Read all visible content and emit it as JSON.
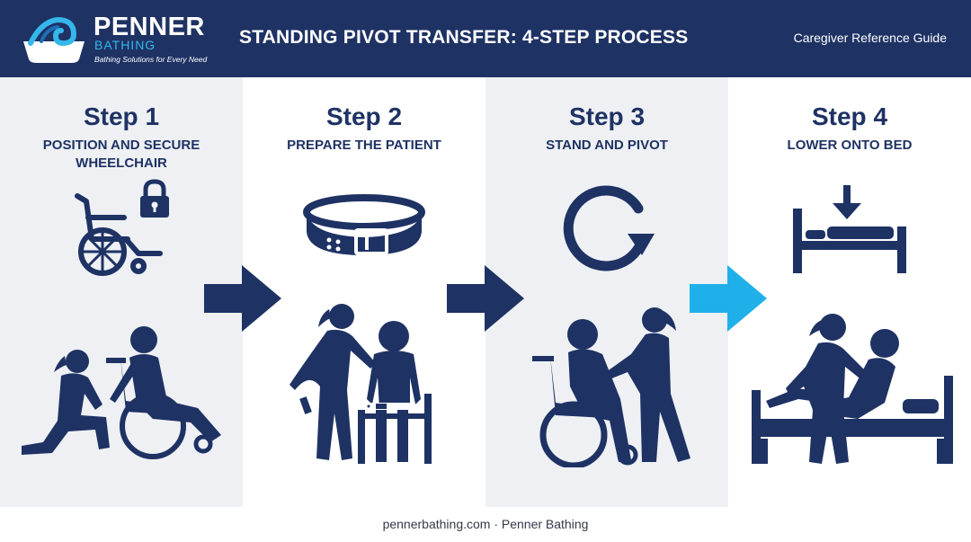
{
  "header": {
    "brand_name": "PENNER",
    "brand_sub": "BATHING",
    "brand_tagline": "Bathing Solutions for Every Need",
    "title": "STANDING PIVOT TRANSFER: 4-STEP PROCESS",
    "guide_label": "Caregiver Reference Guide"
  },
  "steps": [
    {
      "title": "Step 1",
      "label": "POSITION AND SECURE WHEELCHAIR",
      "icon": "wheelchair-lock-icon"
    },
    {
      "title": "Step 2",
      "label": "PREPARE THE PATIENT",
      "icon": "gait-belt-icon"
    },
    {
      "title": "Step 3",
      "label": "STAND AND PIVOT",
      "icon": "rotate-arrow-icon"
    },
    {
      "title": "Step 4",
      "label": "LOWER ONTO BED",
      "icon": "bed-down-arrow-icon"
    }
  ],
  "colors": {
    "navy": "#1e3264",
    "accent": "#1fb0ea",
    "panel_gray": "#eef0f3"
  },
  "footer": {
    "text": "pennerbathing.com · Penner Bathing"
  }
}
